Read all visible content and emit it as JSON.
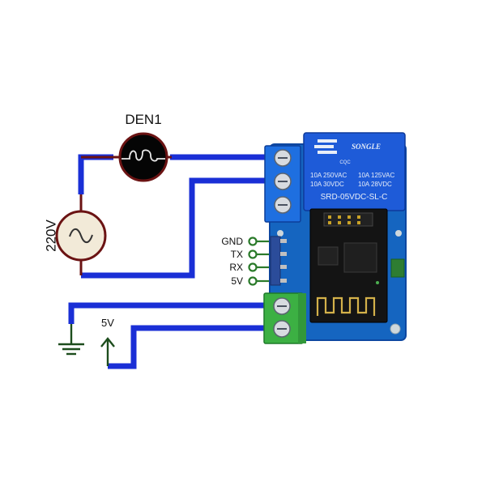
{
  "labels": {
    "lamp": "DEN1",
    "source": "220V",
    "ground_source": "5V",
    "pins": [
      "GND",
      "TX",
      "RX",
      "5V"
    ]
  },
  "relay": {
    "brand": "SONGLE",
    "cert": "CQC",
    "rating_line1_left": "10A 250VAC",
    "rating_line1_right": "10A 125VAC",
    "rating_line2_left": "10A  30VDC",
    "rating_line2_right": "10A  28VDC",
    "model": "SRD-05VDC-SL-C"
  },
  "colors": {
    "wire": "#1a2fd6",
    "symbol_dark": "#6b1313",
    "lamp_fill": "#050505",
    "source_fill": "#f2ead8",
    "pin_green": "#2a7a2a",
    "board_blue": "#1565c0",
    "relay_blue": "#1e5bd8",
    "terminal_blue": "#1e6fe0",
    "terminal_green": "#3cb043",
    "esp_black": "#141414"
  }
}
